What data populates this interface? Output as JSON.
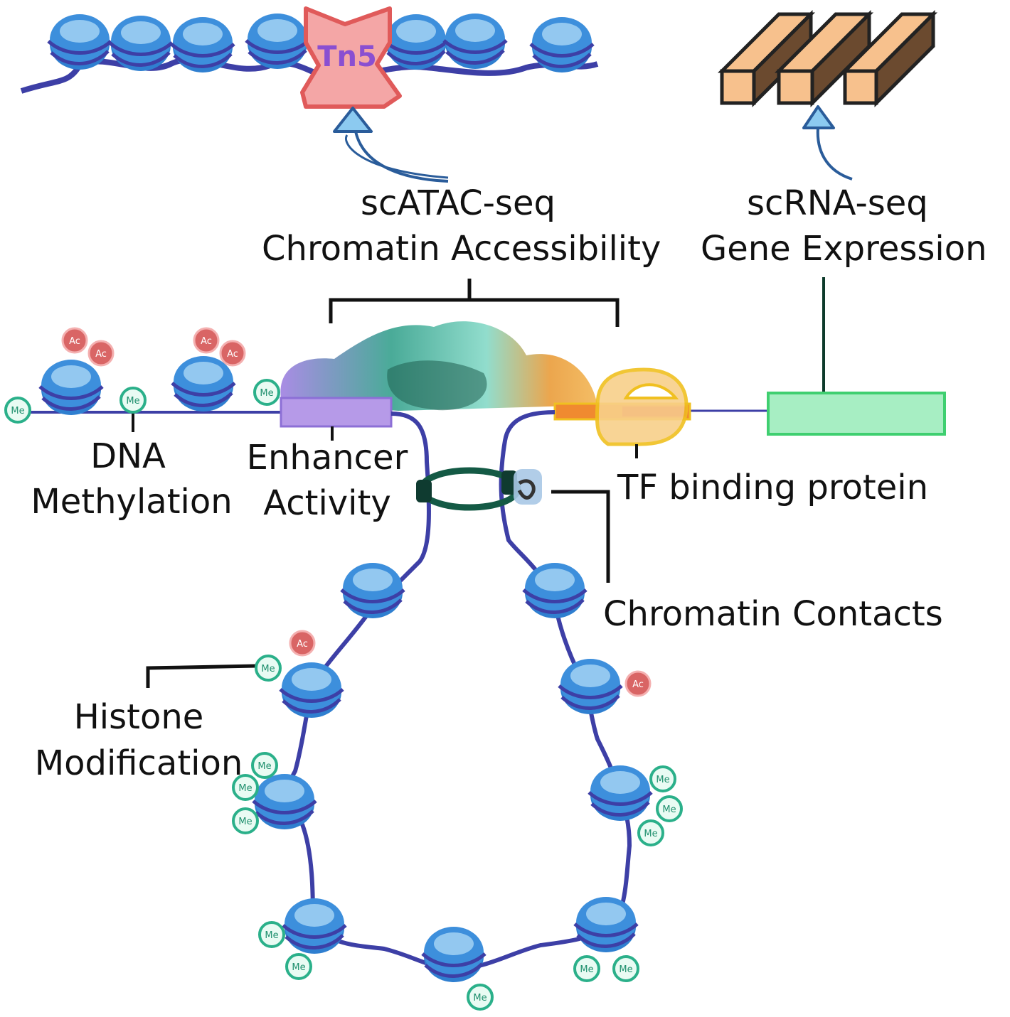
{
  "labels": {
    "tn5": "Tn5",
    "scatac_title": "scATAC-seq",
    "scatac_subtitle": "Chromatin Accessibility",
    "scrna_title": "scRNA-seq",
    "scrna_subtitle": "Gene Expression",
    "dna_line1": "DNA",
    "dna_line2": "Methylation",
    "enhancer_line1": "Enhancer",
    "enhancer_line2": "Activity",
    "tf": "TF binding protein",
    "contacts": "Chromatin Contacts",
    "histone_line1": "Histone",
    "histone_line2": "Modification",
    "ac_mark": "Ac",
    "me_mark": "Me"
  },
  "colors": {
    "nucleosome": "#3d8fdc",
    "nucleosome_light": "#a9d6f5",
    "dna": "#3d3fa6",
    "tn5_fill": "#f4a6a6",
    "tn5_stroke": "#e05a5a",
    "tn5_text": "#8a4fd1",
    "bars": "#f7c18d",
    "arrow": "#8ccaf0",
    "ac_fill": "#d96565",
    "me_stroke": "#2bb08a",
    "enhancer": "#b69ae8",
    "gene": "#a7eec3",
    "gene_stroke": "#3fcf70",
    "tf": "#f8d08a",
    "tf_stroke": "#f0c020",
    "loop_ring": "#145a45"
  }
}
